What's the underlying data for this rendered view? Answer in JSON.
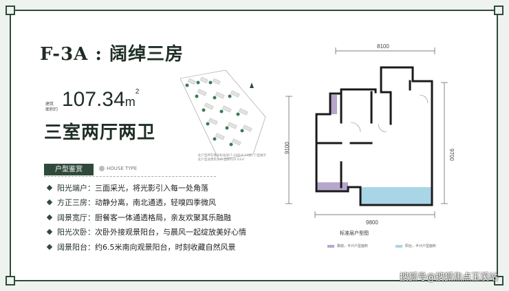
{
  "header": {
    "title": "F-3A : 阔绰三房"
  },
  "area": {
    "label_line1": "建筑",
    "label_line2": "面积约",
    "value": "107.34",
    "unit": "m",
    "unit_sup": "2"
  },
  "layout_name": "三室两厅两卫",
  "section": {
    "tag": "户型鉴赏",
    "mark": "HOUSE TYPE"
  },
  "features": [
    {
      "title": "阳光端户：",
      "text": "三面采光，将光影引入每一处角落"
    },
    {
      "title": "方正三房：",
      "text": "动静分离，南北通透，轻嗅四季微风"
    },
    {
      "title": "阔景宽厅：",
      "text": "厨餐客一体通透格局，亲友欢聚其乐融融"
    },
    {
      "title": "阳光次卧：",
      "text": "次卧外接观景阳台，与晨风一起绽放美好心情"
    },
    {
      "title": "阔景阳台：",
      "text": "约6.5米南向观景阳台，时刻收藏自然风景"
    }
  ],
  "site_plan": {
    "caption_line1": "此户型所在楼号标准层(7-18层/4-24层) 户型展示",
    "caption_line2": "此户型总建筑大约 面积约/0.43㎡"
  },
  "floor_plan": {
    "dim_top": "8100",
    "dim_left": "9100",
    "dim_right": "9700",
    "dim_bottom": "9800",
    "caption": "标准层户型图",
    "legend": [
      {
        "label": "飘窗，半计户型面积",
        "color": "#b7a6cc"
      },
      {
        "label": "阳台，半计户型面积",
        "color": "#a9d6e6"
      }
    ],
    "colors": {
      "wall": "#1a1a1a",
      "bay": "#b7a6cc",
      "balcony": "#a9d6e6",
      "dim": "#555555"
    }
  },
  "watermark": "搜狐号@搜狐焦点玉溪站"
}
